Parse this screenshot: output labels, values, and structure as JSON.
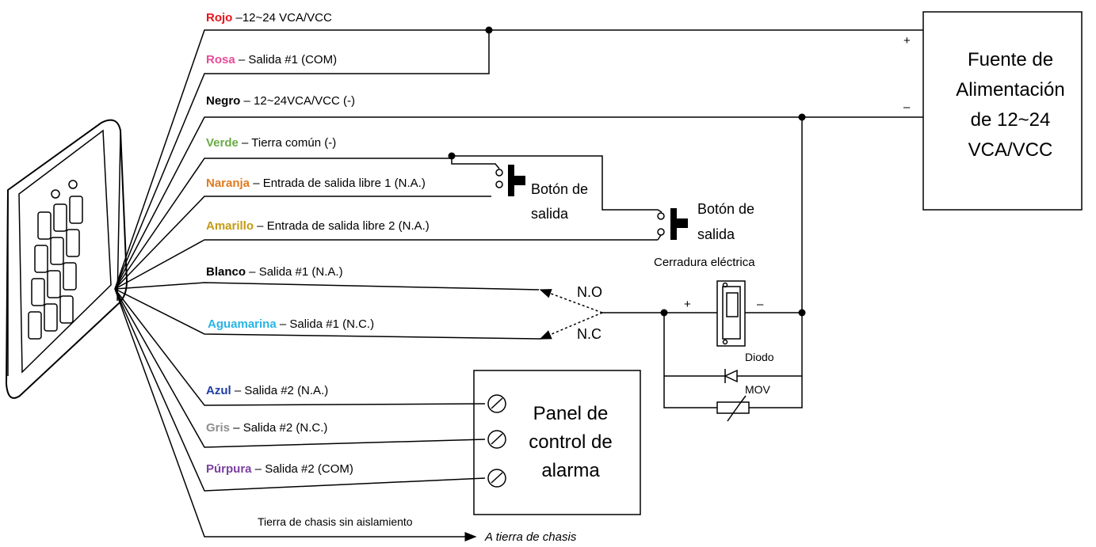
{
  "wires": [
    {
      "name": "Rojo",
      "desc": " –12~24 VCA/VCC",
      "color": "#e8141b"
    },
    {
      "name": "Rosa",
      "desc": " – Salida #1 (COM)",
      "color": "#e84b9a"
    },
    {
      "name": "Negro",
      "desc": " – 12~24VCA/VCC (-)",
      "color": "#000000"
    },
    {
      "name": "Verde",
      "desc": " – Tierra común (-)",
      "color": "#6aab45"
    },
    {
      "name": "Naranja",
      "desc": " – Entrada de salida libre 1 (N.A.)",
      "color": "#e07a1f"
    },
    {
      "name": "Amarillo",
      "desc": " – Entrada de salida libre 2 (N.A.)",
      "color": "#c39a12"
    },
    {
      "name": "Blanco",
      "desc": " – Salida #1 (N.A.)",
      "color": "#000000"
    },
    {
      "name": "Aguamarina",
      "desc": " – Salida #1 (N.C.)",
      "color": "#27b5e6"
    },
    {
      "name": "Azul",
      "desc": " – Salida #2 (N.A.)",
      "color": "#1f3ea6"
    },
    {
      "name": "Gris",
      "desc": " – Salida #2 (N.C.)",
      "color": "#8f8f8f"
    },
    {
      "name": "Púrpura",
      "desc": " – Salida #2 (COM)",
      "color": "#7b3fa0"
    }
  ],
  "power_supply": {
    "line1": "Fuente de",
    "line2": "Alimentación",
    "line3": "de 12~24",
    "line4": "VCA/VCC",
    "plus": "+",
    "minus": "–"
  },
  "exit_button_1": {
    "line1": "Botón de",
    "line2": "salida"
  },
  "exit_button_2": {
    "line1": "Botón de",
    "line2": "salida"
  },
  "lock": {
    "title": "Cerradura eléctrica",
    "plus": "+",
    "minus": "–",
    "diode": "Diodo",
    "mov": "MOV"
  },
  "relay": {
    "no": "N.O",
    "nc": "N.C"
  },
  "alarm_panel": {
    "line1": "Panel de",
    "line2": "control de",
    "line3": "alarma"
  },
  "ground": {
    "label": "Tierra de chasis sin aislamiento",
    "arrow_text": "A tierra de chasis"
  }
}
